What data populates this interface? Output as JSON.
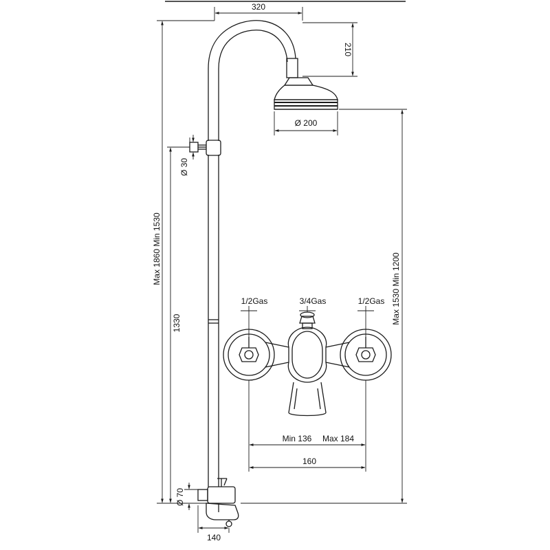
{
  "dimensions": {
    "top_width": "320",
    "head_drop": "210",
    "head_diameter": "Ø 200",
    "bracket_diameter": "Ø 30",
    "left_total": "Max 1860   Min 1530",
    "pipe_height": "1330",
    "right_total": "Max 1530   Min 1200",
    "inlet_left": "1/2Gas",
    "inlet_center": "3/4Gas",
    "inlet_right": "1/2Gas",
    "centers_min": "Min 136",
    "centers_max": "Max 184",
    "centers_nominal": "160",
    "mixer_diameter": "Ø 70",
    "spout_projection": "140"
  },
  "colors": {
    "line": "#1a1a1a",
    "paper": "#ffffff"
  }
}
